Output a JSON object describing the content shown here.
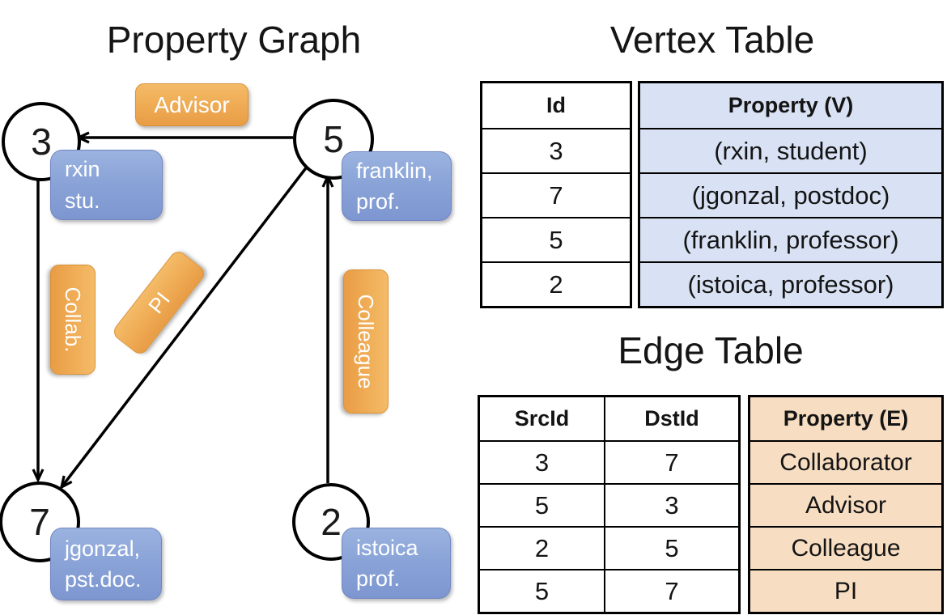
{
  "slide": {
    "graph_title": "Property Graph",
    "vertex_table_title": "Vertex Table",
    "edge_table_title": "Edge Table"
  },
  "graph": {
    "nodes": {
      "n3": {
        "id": "3",
        "property_line1": "rxin",
        "property_line2": "stu."
      },
      "n5": {
        "id": "5",
        "property_line1": "franklin,",
        "property_line2": "prof."
      },
      "n7": {
        "id": "7",
        "property_line1": "jgonzal,",
        "property_line2": "pst.doc."
      },
      "n2": {
        "id": "2",
        "property_line1": "istoica",
        "property_line2": "prof."
      }
    },
    "edge_labels": {
      "advisor": "Advisor",
      "collab": "Collab.",
      "pi": "PI",
      "colleague": "Colleague"
    }
  },
  "vertex_table": {
    "columns": [
      "Id",
      "Property (V)"
    ],
    "rows": [
      [
        "3",
        "(rxin, student)"
      ],
      [
        "7",
        "(jgonzal, postdoc)"
      ],
      [
        "5",
        "(franklin, professor)"
      ],
      [
        "2",
        "(istoica, professor)"
      ]
    ]
  },
  "edge_table": {
    "columns": [
      "SrcId",
      "DstId",
      "Property (E)"
    ],
    "rows": [
      [
        "3",
        "7",
        "Collaborator"
      ],
      [
        "5",
        "3",
        "Advisor"
      ],
      [
        "2",
        "5",
        "Colleague"
      ],
      [
        "5",
        "7",
        "PI"
      ]
    ]
  },
  "colors": {
    "edge_label_orange": "#EFAC55",
    "vertex_label_blue": "#8AA4D8",
    "vertex_property_bg": "#D9E2F4",
    "edge_property_bg": "#F7DEC2",
    "table_border": "#000000",
    "graph_line": "#000000"
  }
}
